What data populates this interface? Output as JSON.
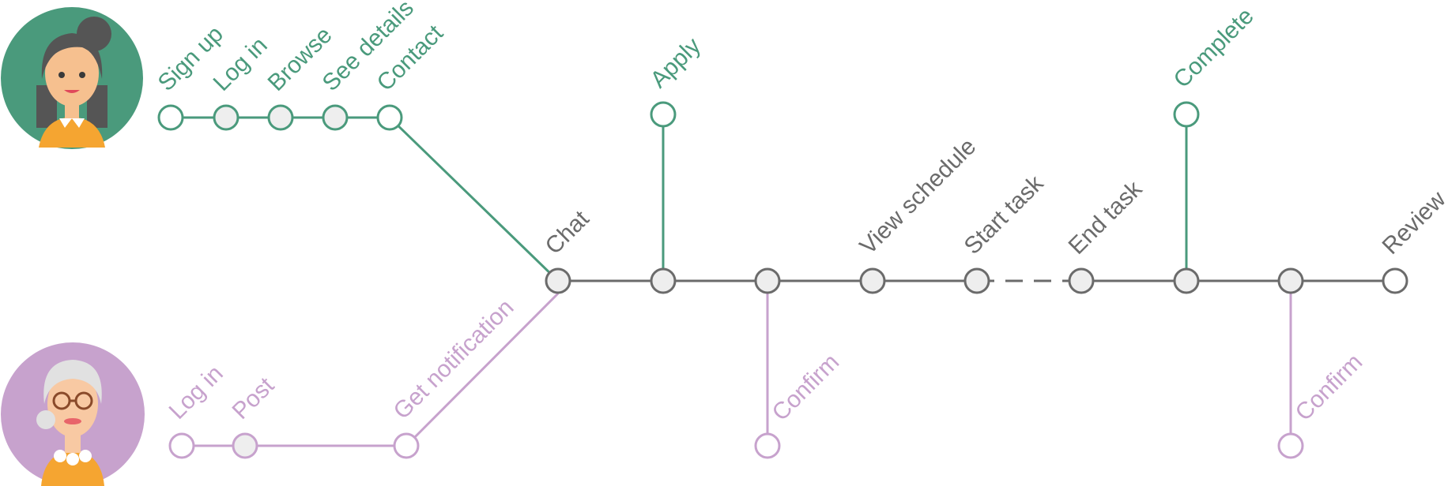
{
  "colors": {
    "green": "#4a9a7c",
    "gray": "#6b6b6b",
    "purple": "#c7a2cd",
    "node_fill": "#eeeeee",
    "hollow_fill": "#ffffff"
  },
  "personas": [
    {
      "name": "young-woman-avatar",
      "color": "green"
    },
    {
      "name": "elderly-woman-avatar",
      "color": "purple"
    }
  ],
  "green_track": {
    "steps": [
      "Sign up",
      "Log in",
      "Browse",
      "See details",
      "Contact"
    ],
    "branches": [
      "Apply",
      "Complete"
    ]
  },
  "shared_track": {
    "steps": [
      "Chat",
      "",
      "",
      "View schedule",
      "Start task",
      "End task",
      "",
      "",
      "Review"
    ],
    "dashed_segment": [
      "Start task",
      "End task"
    ]
  },
  "purple_track": {
    "steps": [
      "Log in",
      "Post",
      "Get notification"
    ],
    "branches": [
      "Confirm",
      "Confirm"
    ]
  }
}
